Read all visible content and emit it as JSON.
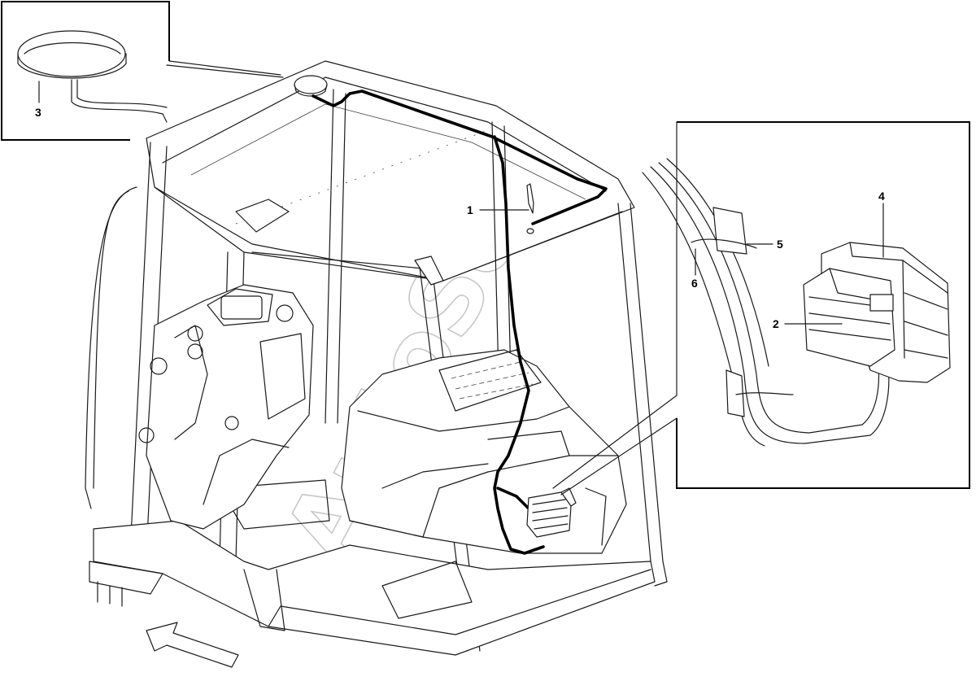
{
  "diagram": {
    "callouts": [
      {
        "id": "callout-1",
        "label": "1"
      },
      {
        "id": "callout-2",
        "label": "2"
      },
      {
        "id": "callout-3",
        "label": "3"
      },
      {
        "id": "callout-4",
        "label": "4"
      },
      {
        "id": "callout-5",
        "label": "5"
      },
      {
        "id": "callout-6",
        "label": "6"
      }
    ],
    "watermark": "AutoSoft",
    "colors": {
      "line": "#1a1a1a",
      "background": "#ffffff",
      "watermark": "#c8c8c8"
    }
  }
}
